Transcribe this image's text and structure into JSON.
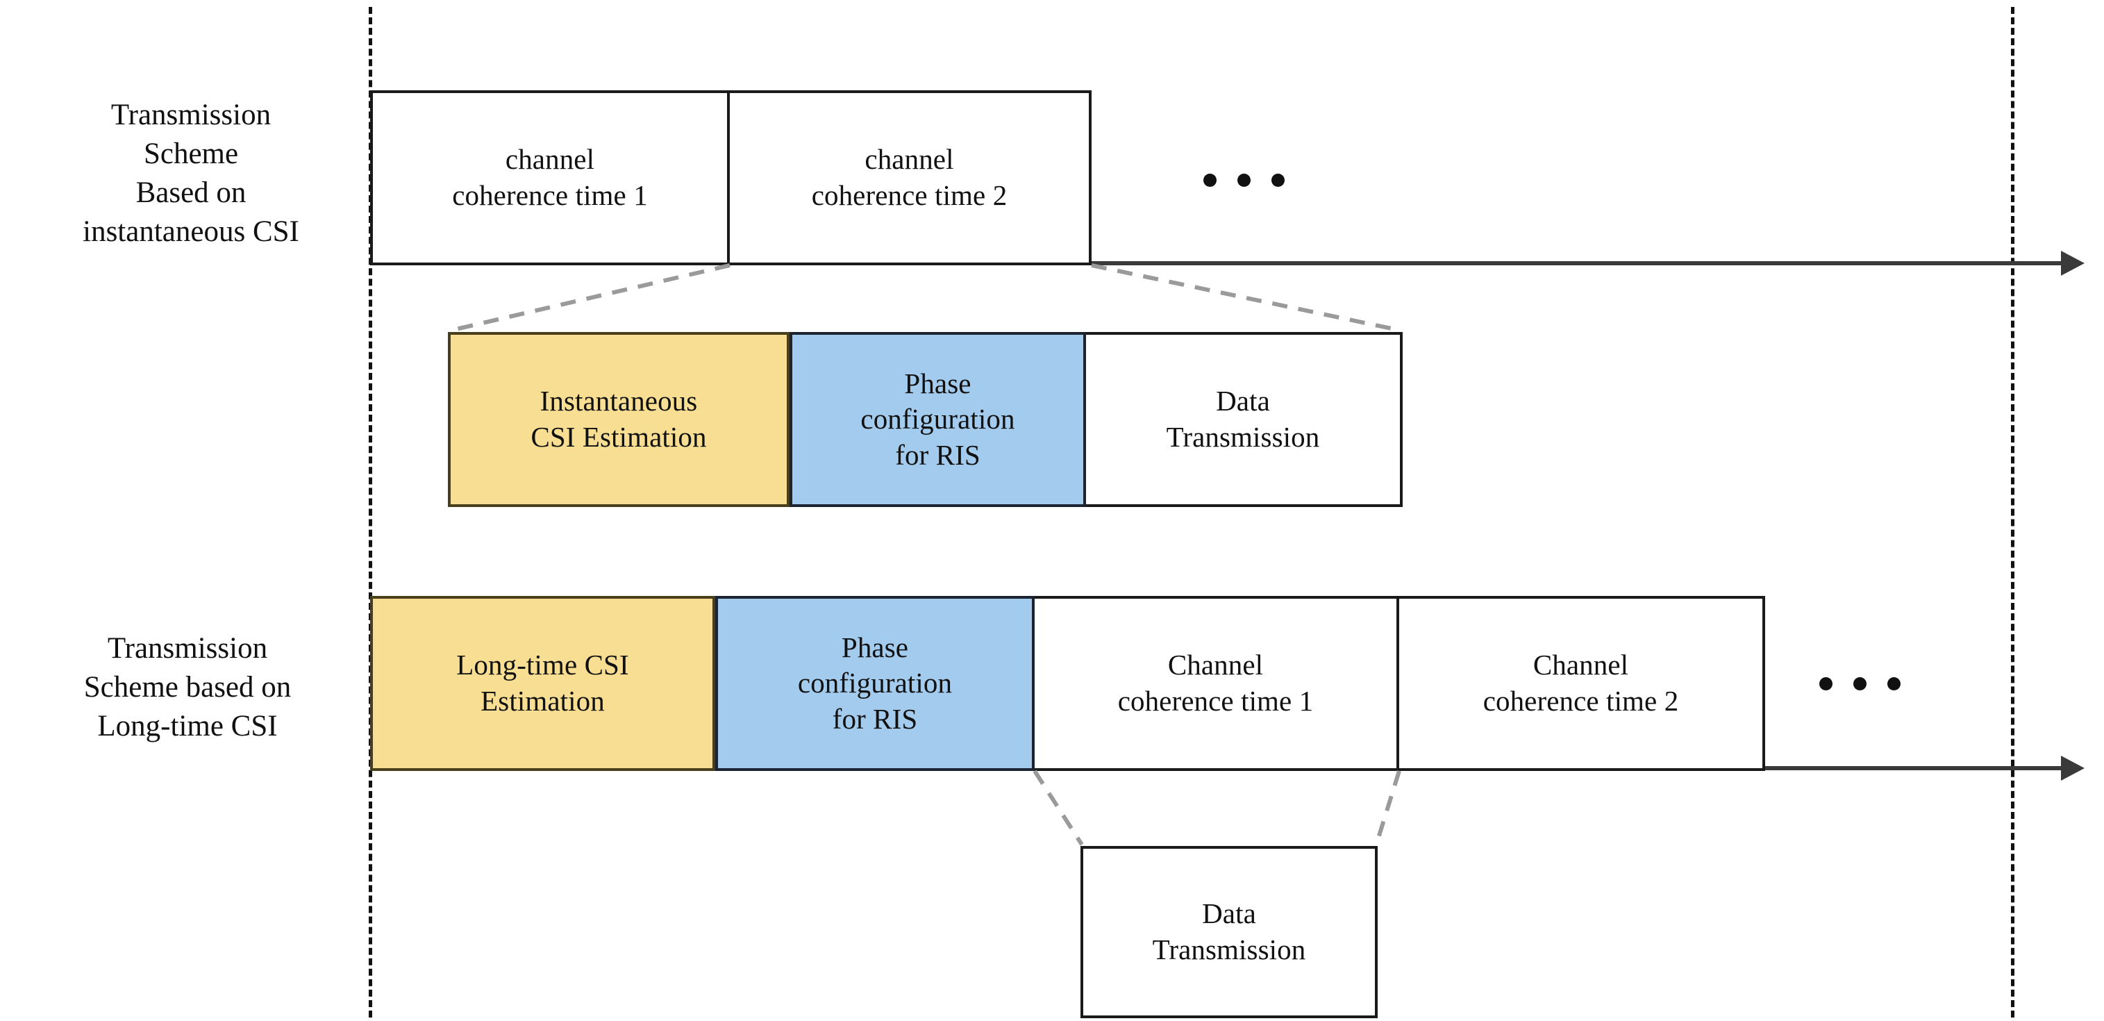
{
  "figure": {
    "title": "Transmission scheme timing comparison: instantaneous CSI vs. long-time CSI",
    "colors": {
      "csi_estimation_fill": "#f7de93",
      "phase_configuration_fill": "#a3cbed",
      "data_transmission_fill": "#ffffff",
      "outline": "#1a1a1a",
      "axis": "#3a3a3a",
      "leader_dash": "#9a9a9a",
      "boundary_dash": "#111111"
    }
  },
  "scheme_instantaneous": {
    "caption_lines": [
      "Transmission",
      "Scheme",
      "Based on",
      "instantaneous CSI"
    ],
    "frames": [
      {
        "lines": [
          "channel",
          "coherence time 1"
        ]
      },
      {
        "lines": [
          "channel",
          "coherence time 2"
        ]
      }
    ],
    "continuation": "•  •  •",
    "detail_blocks": [
      {
        "lines": [
          "Instantaneous",
          "CSI Estimation"
        ],
        "fill": "yellow"
      },
      {
        "lines": [
          "Phase",
          "configuration",
          "for RIS"
        ],
        "fill": "blue"
      },
      {
        "lines": [
          "Data",
          "Transmission"
        ],
        "fill": "white"
      }
    ]
  },
  "scheme_longtime": {
    "caption_lines": [
      "Transmission",
      "Scheme based on",
      "Long-time CSI"
    ],
    "blocks": [
      {
        "lines": [
          "Long-time CSI",
          "Estimation"
        ],
        "fill": "yellow"
      },
      {
        "lines": [
          "Phase",
          "configuration",
          "for RIS"
        ],
        "fill": "blue"
      },
      {
        "lines": [
          "Channel",
          "coherence time 1"
        ],
        "fill": "white"
      },
      {
        "lines": [
          "Channel",
          "coherence time 2"
        ],
        "fill": "white"
      }
    ],
    "continuation": "•  •  •",
    "detail_blocks": [
      {
        "lines": [
          "Data",
          "Transmission"
        ],
        "fill": "white"
      }
    ]
  }
}
